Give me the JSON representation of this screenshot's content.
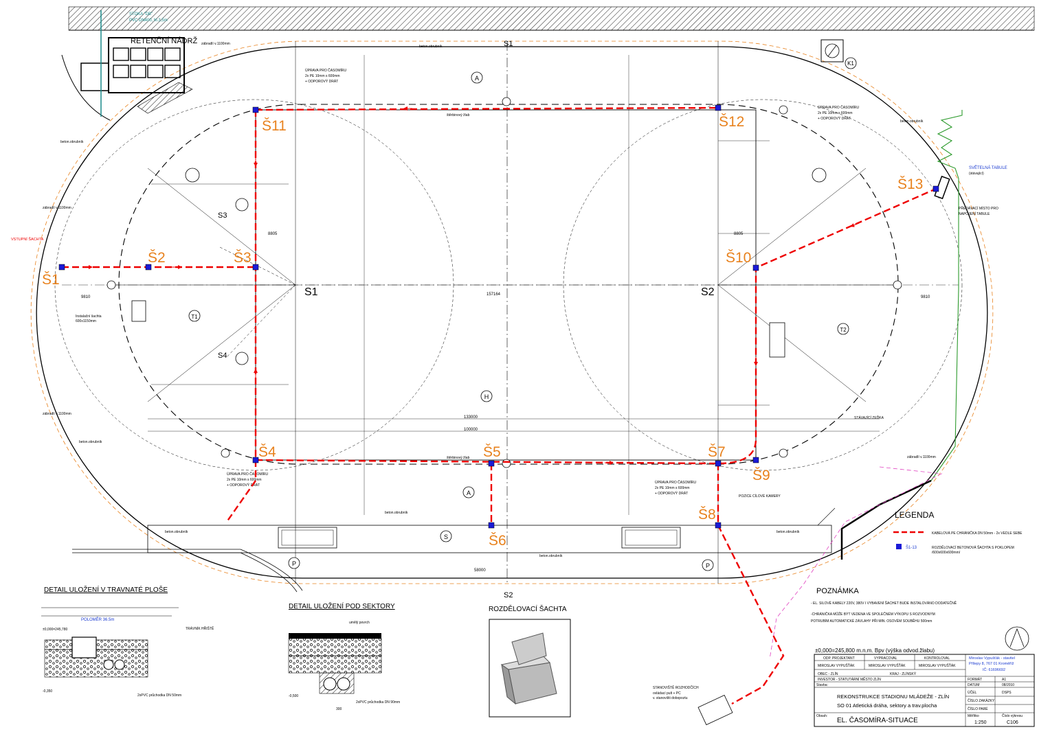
{
  "shafts": [
    {
      "id": "S1",
      "label": "Š1"
    },
    {
      "id": "S2",
      "label": "Š2"
    },
    {
      "id": "S3",
      "label": "Š3"
    },
    {
      "id": "S4",
      "label": "Š4"
    },
    {
      "id": "S5",
      "label": "Š5"
    },
    {
      "id": "S6",
      "label": "Š6"
    },
    {
      "id": "S7",
      "label": "Š7"
    },
    {
      "id": "S8",
      "label": "Š8"
    },
    {
      "id": "S9",
      "label": "Š9"
    },
    {
      "id": "S10",
      "label": "Š10"
    },
    {
      "id": "S11",
      "label": "Š11"
    },
    {
      "id": "S12",
      "label": "Š12"
    },
    {
      "id": "S13",
      "label": "Š13"
    }
  ],
  "points": {
    "s1": "S1",
    "s2": "S2",
    "s3": "S3",
    "s4": "S4",
    "sec_s1": "S1",
    "sec_s2": "S2"
  },
  "zones": {
    "a": "A",
    "h": "H",
    "t1": "T1",
    "t2": "T2",
    "s": "S",
    "p": "P",
    "k1": "K1"
  },
  "labels": {
    "retention_tank": "RETENČNÍ NÁDRŽ",
    "sewer": "STOKA \"DB\"",
    "sewer_pipe": "PVC DN400, hl.3,5m",
    "upgrade_1": "ÚPRAVA PRO ČASOMÍRU",
    "upgrade_2": "2x PE 10mm s 600mm",
    "upgrade_3": "+ ODPOROVÝ DRÁT",
    "curb": "beton.obrubník",
    "drain": "štěrbinový žlab",
    "railing": "zábradlí v.1100mm",
    "entry_shaft": "VSTUPNÍ ŠACHTA",
    "install_shaft_1": "Instalační šachta",
    "install_shaft_2": "600x1150mm",
    "display": "SVĚTELNÁ TABULE",
    "display_sub": "(stávající)",
    "handover_1": "PŘEDÁVACÍ MÍSTO PRO",
    "handover_2": "NAPOJENÍ TABULE",
    "existing_fence": "STÁVAJÍCÍ ZEĎKA",
    "camera": "POZICE CÍLOVÉ KAMERY",
    "control_1": "STANOVIŠTĚ ROZHODČÍCH",
    "control_2": "ovládací pult + PC",
    "control_3": "v. stanovišti dobopoztu",
    "dim_133000": "133000",
    "dim_100000": "100000",
    "dim_157164": "157164",
    "dim_58000": "58000",
    "dim_9810": "9810",
    "dim_8805": "8805"
  },
  "legend": {
    "title": "LEGENDA",
    "cable": "KABELOVÁ PE CHRÁNIČKA DN 50mm - 2x VEDLE SEBE",
    "shaft_key": "Š1-13",
    "shaft_desc_1": "ROZDĚLOVACÍ BETONOVÁ ŠACHTA S POKLOPEM",
    "shaft_desc_2": "/600x600x600mm/"
  },
  "note": {
    "title": "POZNÁMKA",
    "line1": "- EL. SILOVÉ KABELY 220V, 380V I VYBAVENÍ ŠACHET BUDE INSTALOVÁNO DODATEČNĚ",
    "line2": "-CHRÁNIČKA MŮŽE BÝT VEDENA VE SPOLEČNÉM VÝKOPU S ROZVODNÝM",
    "line3": "POTRUBÍM AUTOMATICKÉ ZÁVLAHY PŘI MIN. OSOVÉM SOUBĚHU 500mm"
  },
  "details": {
    "grass": "DETAIL ULOŽENÍ V TRAVNATÉ PLOŠE",
    "sectors": "DETAIL ULOŽENÍ POD SEKTORY",
    "shaft": "ROZDĚLOVACÍ ŠACHTA",
    "lawn": "TRÁVNÍK HŘIŠTĚ",
    "radius": "POLOMĚR 36.5m",
    "pvc1": "2xPVC průchodka DN 50mm",
    "pvc2": "2xPVC průchodka DN 90mm",
    "surface": "umělý povrch",
    "lvl_pos": "±0,000=245,780",
    "lvl_neg": "-0,350",
    "lvl_500": "-0,500",
    "dim_300": "300"
  },
  "titleblock": {
    "elevation": "±0,000=245,800 m.n.m. Bpv (výška odvod.žlabu)",
    "col1_head": "ODP. PROJEKTANT",
    "col2_head": "VYPRACOVAL",
    "col3_head": "KONTROLOVAL",
    "col1": "MIROSLAV VYPUŠŤÁK",
    "col2": "MIROSLAV VYPUŠŤÁK",
    "col3": "MIROSLAV VYPUŠŤÁK",
    "company1": "Miroslav Vypušťák - stavitel",
    "company2": "Přílepy 8, 767 01 Kroměříž",
    "company3": "IČ: 61696692",
    "obec": "OBEC - ZLÍN",
    "kraj": "KRAJ - ZLÍNSKÝ",
    "investor": "INVESTOR - STATUTÁRNÍ MĚSTO ZLÍN",
    "stavba": "Stavba:",
    "project1": "REKONSTRUKCE STADIONU MLÁDEŽE - ZLÍN",
    "project2": "SO 01 Atletická dráha, sektory a trav.plocha",
    "obsah": "Obsah:",
    "content": "EL. ČASOMÍRA-SITUACE",
    "format_l": "FORMÁT",
    "format": "A1",
    "datum_l": "DATUM",
    "datum": "08/2010",
    "ucel_l": "ÚČEL",
    "ucel": "DSPS",
    "zakazka_l": "ČÍSLO ZAKÁZKY",
    "pare_l": "ČÍSLO PARÉ",
    "scale_l": "Měřítko",
    "scale": "1:250",
    "drawing_l": "Číslo výkresu",
    "drawing": "C106"
  }
}
